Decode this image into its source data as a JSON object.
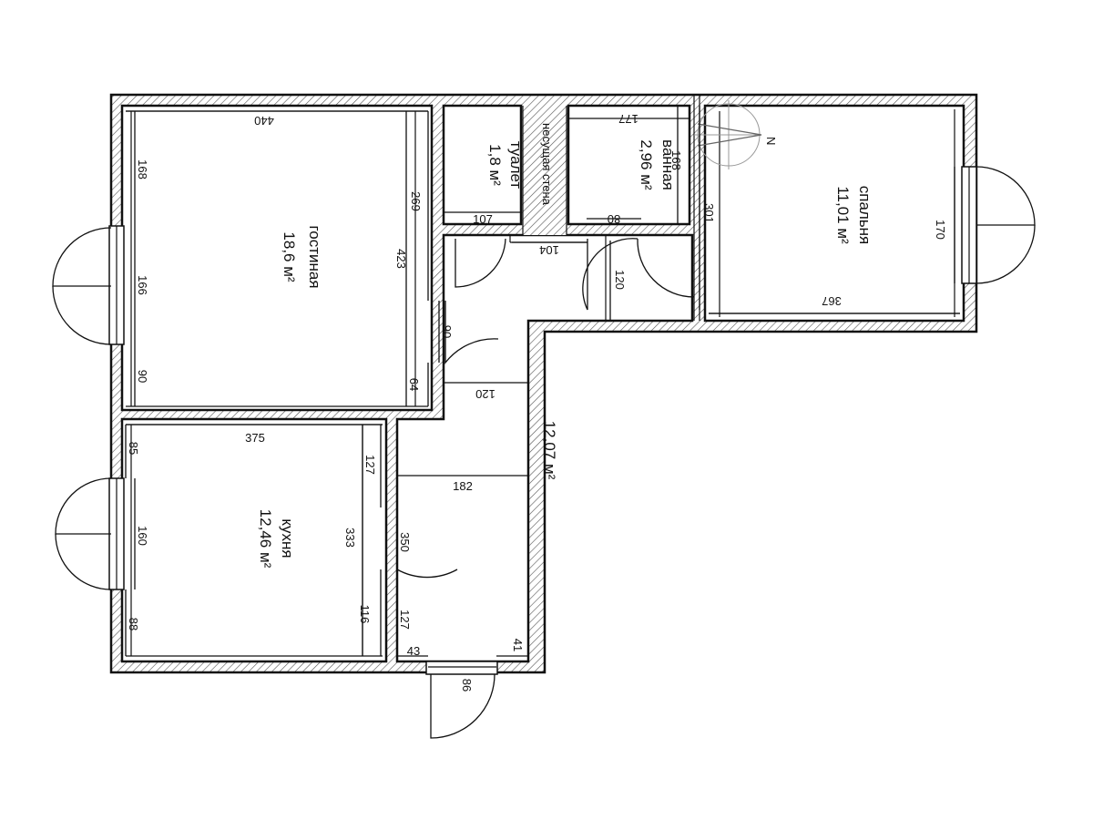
{
  "rooms": {
    "living": {
      "name": "гостиная",
      "area": "18,6 м²"
    },
    "toilet": {
      "name": "туалет",
      "area": "1,8 м²"
    },
    "bath": {
      "name": "ванная",
      "area": "2,96 м²"
    },
    "bedroom": {
      "name": "спальня",
      "area": "11,01 м²"
    },
    "kitchen": {
      "name": "кухня",
      "area": "12,46 м²"
    },
    "hall": {
      "area": "12,07 м²"
    }
  },
  "wall_note": "несущая стена",
  "dimensions": {
    "living_width": "440",
    "living_top_left": "168",
    "living_window": "166",
    "living_bottom_left": "90",
    "living_right_top": "269",
    "living_height": "423",
    "living_right_bottom": "64",
    "toilet_width": "107",
    "bath_width": "177",
    "bath_side": "168",
    "bath_door": "80",
    "corridor_width": "104",
    "bath_door_height": "120",
    "bedroom_side": "301",
    "bedroom_window": "170",
    "bedroom_width": "367",
    "hall_door": "90",
    "hall_width": "120",
    "kitchen_width": "375",
    "kitchen_top_left": "85",
    "kitchen_window": "160",
    "kitchen_bottom_left": "88",
    "kitchen_height": "333",
    "kitchen_right_top": "127",
    "kitchen_right_bottom": "116",
    "hall_inner_width": "182",
    "kitchen_door_wall": "350",
    "hall_left_bottom": "127",
    "entry_left": "43",
    "entry_right": "41",
    "entry_door": "86"
  }
}
